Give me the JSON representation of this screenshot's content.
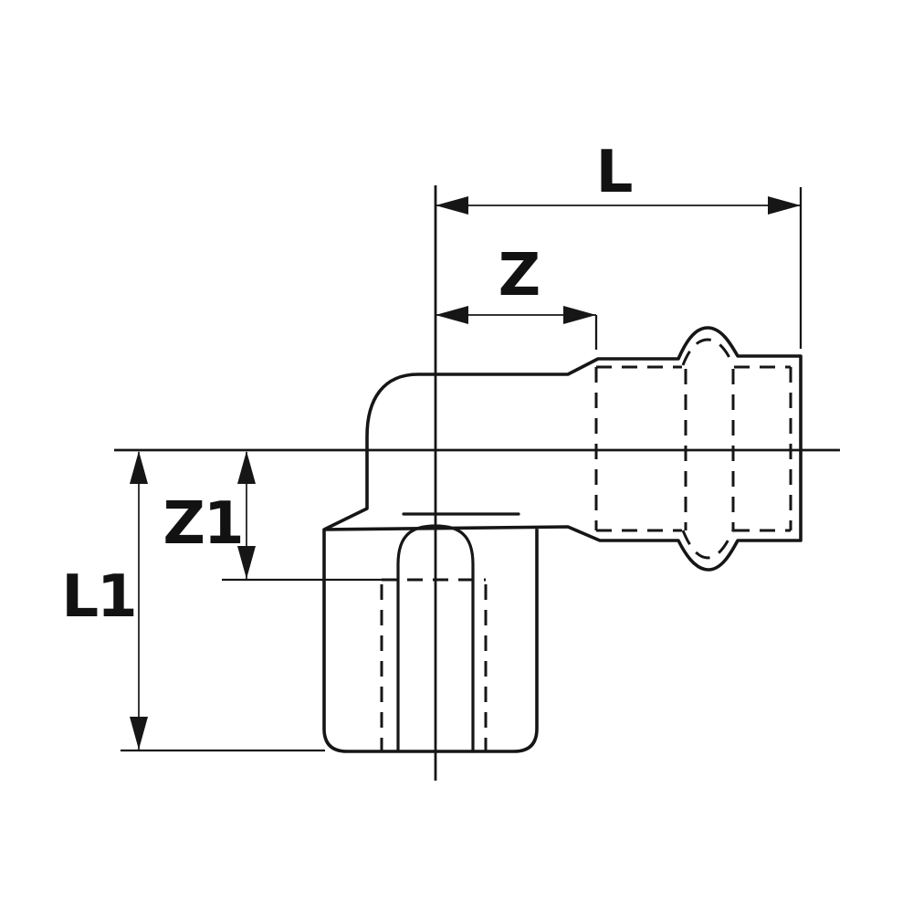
{
  "drawing": {
    "type": "technical-dimension-drawing",
    "subject": "90-degree elbow press fitting, side section view with press sockets",
    "background_color": "#ffffff",
    "ink_color": "#161616",
    "line_styles": {
      "outline_width": 3.6,
      "hidden_dash_pattern": "17 11",
      "centerline_width": 2.8,
      "dimension_line_width": 1.7,
      "extension_line_width": 2.3
    },
    "centerlines": [
      {
        "name": "horizontal-axis",
        "orientation": "horizontal"
      },
      {
        "name": "vertical-axis",
        "orientation": "vertical"
      }
    ],
    "dimensions": {
      "L": {
        "text": "L",
        "orientation": "horizontal",
        "measures": "overall length from vertical centerline to right press-socket end"
      },
      "Z": {
        "text": "Z",
        "orientation": "horizontal",
        "measures": "length from vertical centerline to right socket shoulder"
      },
      "Z1": {
        "text": "Z1",
        "orientation": "vertical",
        "measures": "depth from horizontal centerline to bottom socket shoulder"
      },
      "L1": {
        "text": "L1",
        "orientation": "vertical",
        "measures": "overall length from horizontal centerline to bottom port end"
      }
    }
  }
}
